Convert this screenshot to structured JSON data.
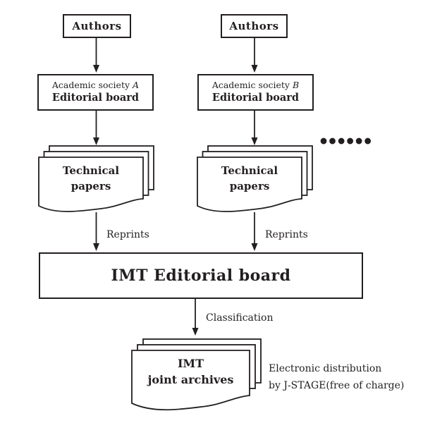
{
  "colors": {
    "ink": "#231f20",
    "paper": "#ffffff"
  },
  "columns": [
    {
      "authors": "Authors",
      "society_prefix": "Academic society",
      "society_letter": "A",
      "board": "Editorial board",
      "papers_line1": "Technical",
      "papers_line2": "papers",
      "reprints": "Reprints"
    },
    {
      "authors": "Authors",
      "society_prefix": "Academic society",
      "society_letter": "B",
      "board": "Editorial board",
      "papers_line1": "Technical",
      "papers_line2": "papers",
      "reprints": "Reprints"
    }
  ],
  "ellipsis_dots": "●●●●●●",
  "imt_board": "IMT Editorial board",
  "classification": "Classification",
  "archives": {
    "line1": "IMT",
    "line2": "joint archives"
  },
  "distribution": {
    "line1": "Electronic distribution",
    "line2": "by J-STAGE(free of charge)"
  }
}
